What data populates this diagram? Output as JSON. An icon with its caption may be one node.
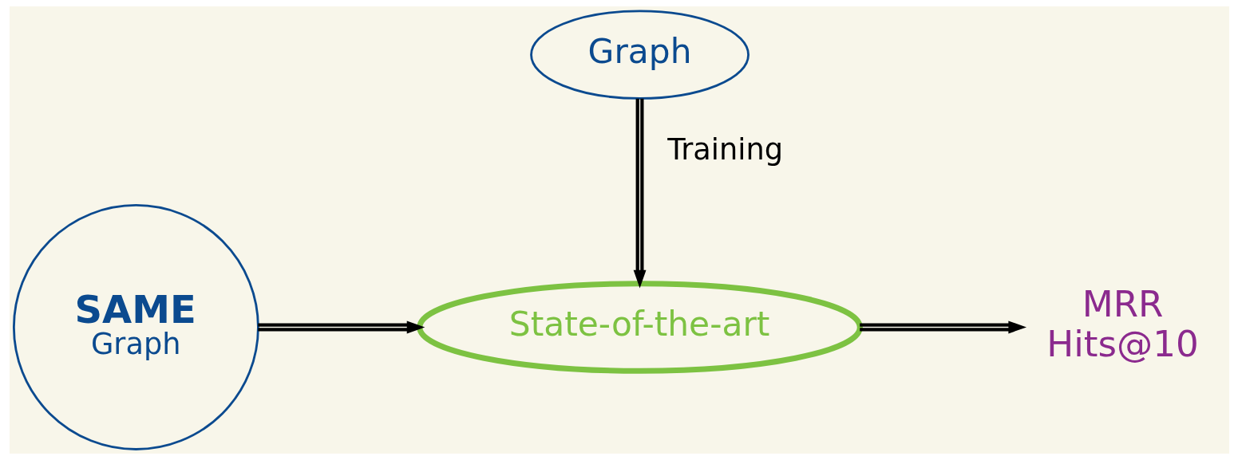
{
  "diagram": {
    "nodes": [
      {
        "text": [
          "Graph"
        ]
      },
      {
        "text": [
          "SAME",
          "Graph"
        ]
      },
      {
        "text": [
          "State-of-the-art"
        ]
      },
      {
        "text": [
          "MRR",
          "Hits@10"
        ]
      }
    ],
    "edges": [
      {
        "from": 0,
        "to": 2,
        "arrow": "to",
        "label": "Training"
      },
      {
        "from": 1,
        "to": 2,
        "arrow": "to"
      },
      {
        "from": 2,
        "to": 3,
        "arrow": "to"
      }
    ]
  }
}
